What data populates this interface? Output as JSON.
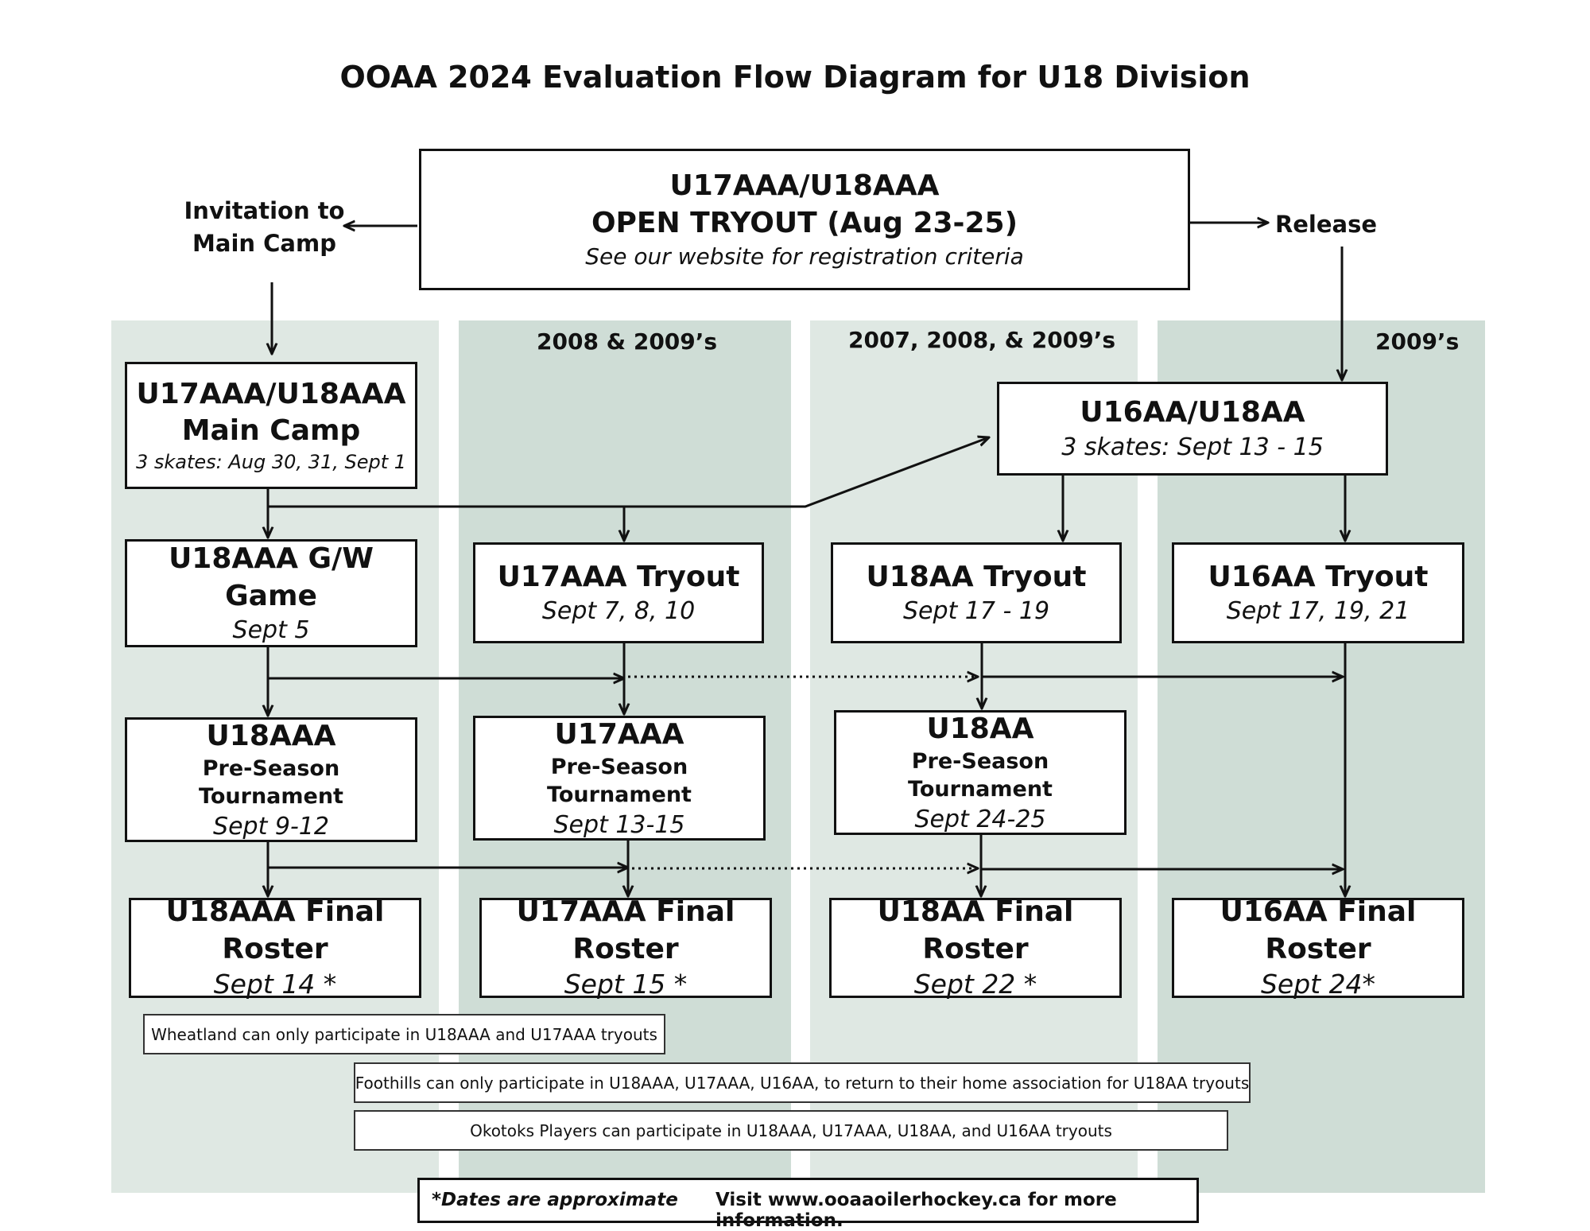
{
  "title": "OOAA 2024 Evaluation Flow Diagram for U18 Division",
  "top_box": {
    "line1": "U17AAA/U18AAA",
    "line2": "OPEN TRYOUT (Aug 23-25)",
    "line3": "See our website for registration criteria"
  },
  "side_left": {
    "line1": "Invitation to",
    "line2": "Main Camp"
  },
  "side_right": "Release",
  "column_headers": [
    "2008 & 2009’s",
    "2007, 2008, & 2009’s",
    "2009’s"
  ],
  "boxes": {
    "main_camp": {
      "line1": "U17AAA/U18AAA",
      "line2": "Main Camp",
      "line3": "3 skates: Aug 30, 31, Sept 1"
    },
    "u16aa_u18aa": {
      "line1": "U16AA/U18AA",
      "line2": "3 skates: Sept 13 - 15"
    },
    "u18aaa_gw": {
      "title": "U18AAA G/W Game",
      "date": "Sept 5"
    },
    "u17aaa_tryout": {
      "title": "U17AAA Tryout",
      "date": "Sept 7, 8, 10"
    },
    "u18aa_tryout": {
      "title": "U18AA Tryout",
      "date": "Sept 17 - 19"
    },
    "u16aa_tryout": {
      "title": "U16AA Tryout",
      "date": "Sept 17, 19, 21"
    },
    "u18aaa_pre": {
      "title": "U18AAA",
      "sub": "Pre-Season Tournament",
      "date": "Sept 9-12"
    },
    "u17aaa_pre": {
      "title": "U17AAA",
      "sub": "Pre-Season Tournament",
      "date": "Sept 13-15"
    },
    "u18aa_pre": {
      "title": "U18AA",
      "sub": "Pre-Season Tournament",
      "date": "Sept 24-25"
    },
    "u18aaa_final": {
      "title": "U18AAA Final Roster",
      "date": "Sept 14 *"
    },
    "u17aaa_final": {
      "title": "U17AAA Final Roster",
      "date": "Sept 15 *"
    },
    "u18aa_final": {
      "title": "U18AA Final Roster",
      "date": "Sept 22 *"
    },
    "u16aa_final": {
      "title": "U16AA Final Roster",
      "date": "Sept 24*"
    }
  },
  "notes": [
    "Wheatland can only participate in U18AAA and U17AAA tryouts",
    "Foothills can only participate in U18AAA, U17AAA, U16AA, to return to their home association for U18AA tryouts",
    "Okotoks Players can participate in U18AAA, U17AAA, U18AA, and U16AA tryouts"
  ],
  "footer": {
    "left": "*Dates are approximate",
    "right": "Visit www.ooaaoilerhockey.ca for more information."
  },
  "colors": {
    "column_light": "#dfe8e3",
    "column_dark": "#cfddd6",
    "line": "#111111"
  }
}
